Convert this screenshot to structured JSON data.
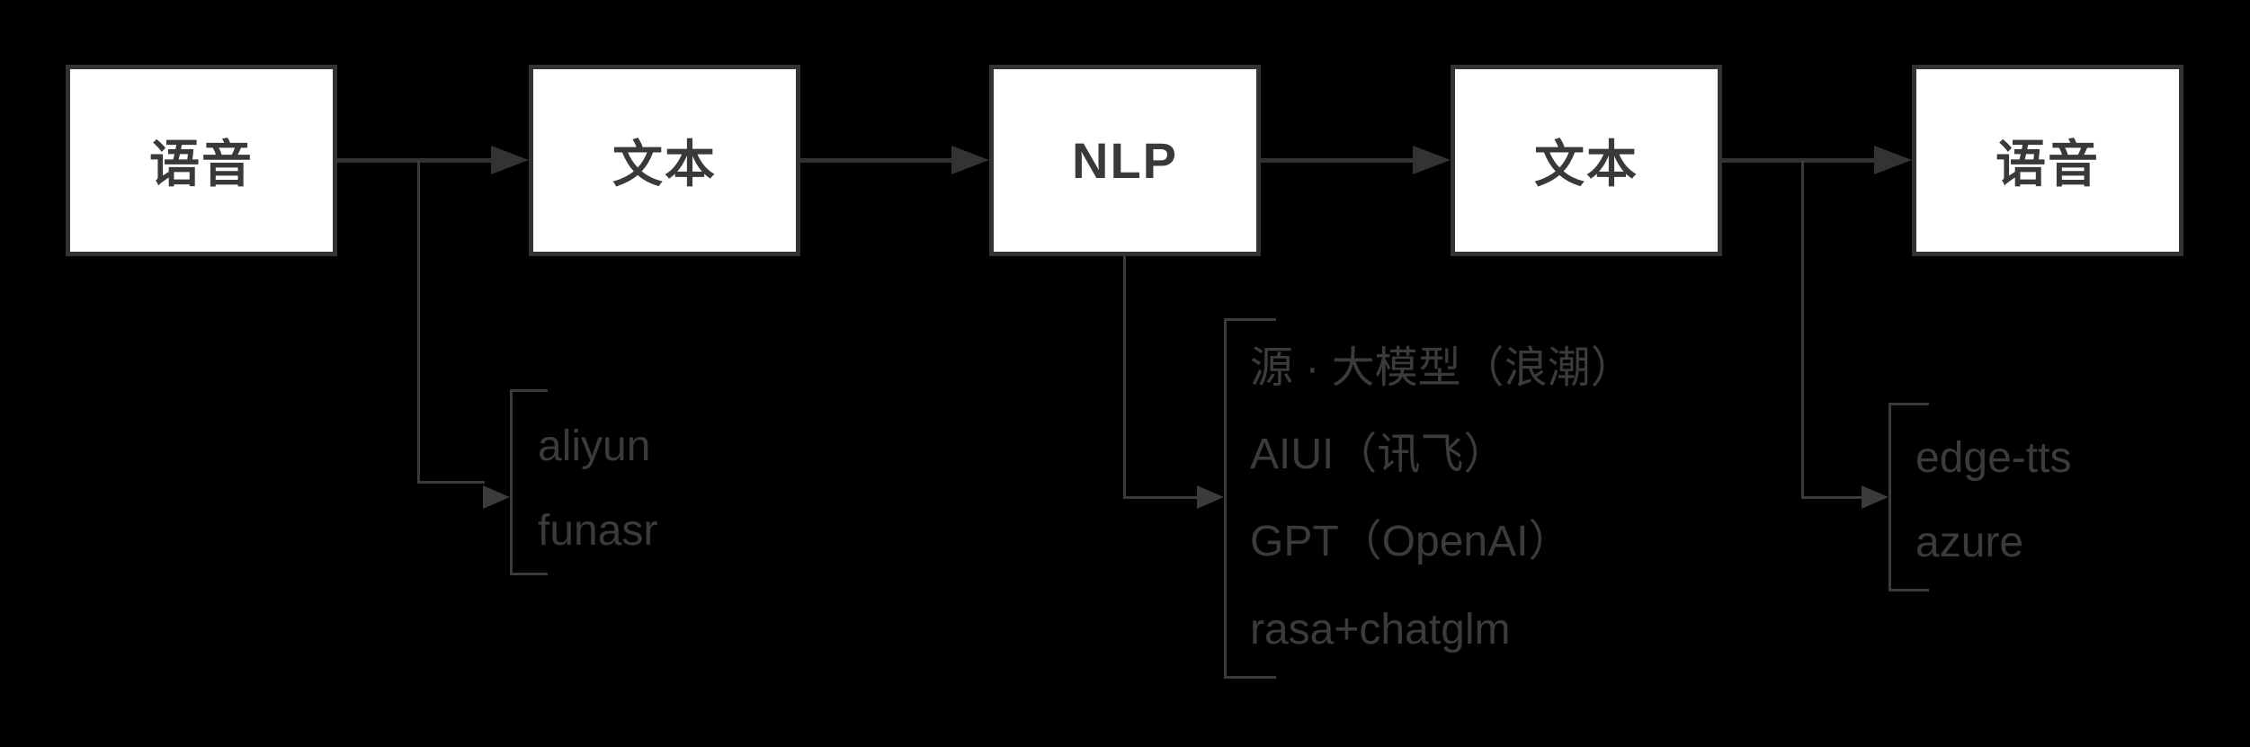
{
  "diagram": {
    "title": "voice-dialog-pipeline",
    "colors": {
      "background": "#000000",
      "node_fill": "#ffffff",
      "node_border": "#333333",
      "arrow": "#333333",
      "branch_line": "#3a3b3d",
      "text": "#3a3b3d"
    },
    "nodes": [
      {
        "label": "语音"
      },
      {
        "label": "文本"
      },
      {
        "label": "NLP"
      },
      {
        "label": "文本"
      },
      {
        "label": "语音"
      }
    ],
    "branches": [
      {
        "items": [
          "aliyun",
          "funasr"
        ]
      },
      {
        "items": [
          "源 · 大模型（浪潮）",
          "AIUI（讯飞）",
          "GPT（OpenAI）",
          "rasa+chatglm"
        ]
      },
      {
        "items": [
          "edge-tts",
          "azure"
        ]
      }
    ]
  }
}
